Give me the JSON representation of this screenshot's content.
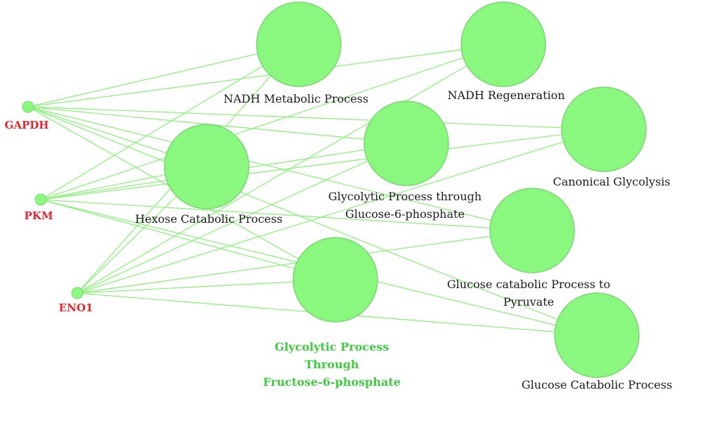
{
  "genes": [
    {
      "id": "gapdh",
      "label": "GAPDH"
    },
    {
      "id": "pkm",
      "label": "PKM"
    },
    {
      "id": "eno1",
      "label": "ENO1"
    }
  ],
  "terms": [
    {
      "id": "nadh-metabolic",
      "lines": [
        "NADH Metabolic Process"
      ],
      "highlight": false
    },
    {
      "id": "nadh-regeneration",
      "lines": [
        "NADH Regeneration"
      ],
      "highlight": false
    },
    {
      "id": "canonical-glycolysis",
      "lines": [
        "Canonical Glycolysis"
      ],
      "highlight": false
    },
    {
      "id": "glycolytic-g6p",
      "lines": [
        "Glycolytic Process through",
        "Glucose-6-phosphate"
      ],
      "highlight": false
    },
    {
      "id": "hexose-catabolic",
      "lines": [
        "Hexose Catabolic Process"
      ],
      "highlight": false
    },
    {
      "id": "glucose-to-pyruvate",
      "lines": [
        "Glucose catabolic Process to",
        "Pyruvate"
      ],
      "highlight": false
    },
    {
      "id": "glycolytic-f6p",
      "lines": [
        "Glycolytic Process",
        "Through",
        "Fructose-6-phosphate"
      ],
      "highlight": true
    },
    {
      "id": "glucose-catabolic",
      "lines": [
        "Glucose Catabolic Process"
      ],
      "highlight": false
    }
  ],
  "colors": {
    "node_fill": "#8af77f",
    "node_stroke": "#79d772",
    "edge": "#8ef07f",
    "gene_label": "#e8232b",
    "highlight_label": "#3ecb3e"
  }
}
